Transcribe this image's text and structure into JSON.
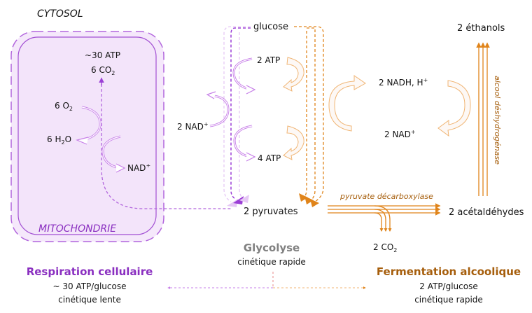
{
  "regions": {
    "cytosol": "CYTOSOL",
    "mitochondria": "MITOCHONDRIE"
  },
  "mitochondria": {
    "atp": "~30 ATP",
    "co2_coef": "6 CO",
    "co2_sub": "2",
    "o2_coef": "6 O",
    "o2_sub": "2",
    "h2o_pre": "6 H",
    "h2o_sub": "2",
    "h2o_post": "O",
    "nad_base": "NAD",
    "nad_sup": "+"
  },
  "glycolysis": {
    "glucose": "glucose",
    "atp_in": "2 ATP",
    "nad_base": "2 NAD",
    "nad_sup": "+",
    "atp_out": "4 ATP",
    "pyruvates": "2 pyruvates"
  },
  "fermentation": {
    "nadh_base": "2 NADH, H",
    "nadh_sup": "+",
    "nad_base": "2 NAD",
    "nad_sup": "+",
    "ethanols": "2 éthanols",
    "enzyme_adh": "alcool déshydrogénase",
    "enzyme_pdc": "pyruvate décarboxylase",
    "acetaldehydes": "2 acétaldéhydes",
    "co2_coef": "2 CO",
    "co2_sub": "2"
  },
  "summary": {
    "respiration": {
      "title": "Respiration cellulaire",
      "yield": "~ 30 ATP/glucose",
      "kinetics": "cinétique lente"
    },
    "glycolysis": {
      "title": "Glycolyse",
      "kinetics": "cinétique rapide"
    },
    "fermentation": {
      "title": "Fermentation alcoolique",
      "yield": "2 ATP/glucose",
      "kinetics": "cinétique rapide"
    }
  },
  "colors": {
    "purple": "#9b3fd6",
    "purple_light": "#e6c8f5",
    "mito_fill": "#f5e8fb",
    "orange": "#e0841a",
    "orange_dark": "#a65e0c",
    "gray": "#808080"
  }
}
